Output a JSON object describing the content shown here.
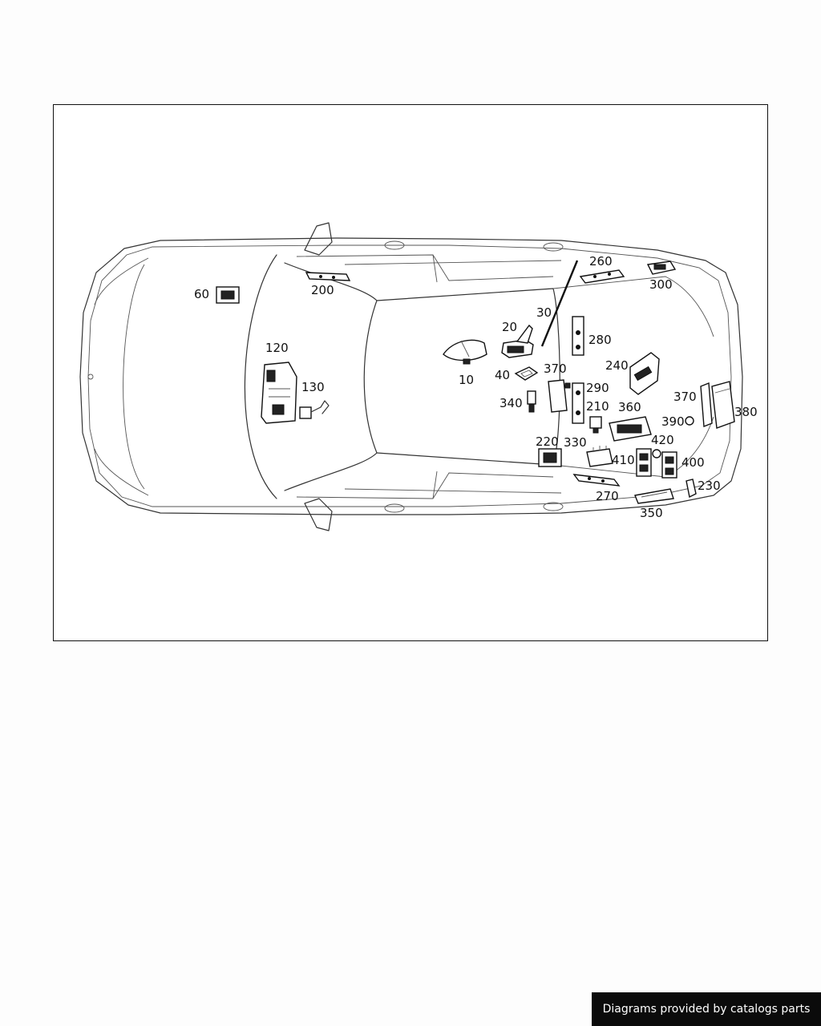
{
  "footer": {
    "credit": "Diagrams provided by catalogs parts"
  },
  "callouts": {
    "c10": "10",
    "c20": "20",
    "c30": "30",
    "c40": "40",
    "c60": "60",
    "c120": "120",
    "c130": "130",
    "c200": "200",
    "c210": "210",
    "c220": "220",
    "c230": "230",
    "c240": "240",
    "c260": "260",
    "c270": "270",
    "c280": "280",
    "c290": "290",
    "c300": "300",
    "c330": "330",
    "c340": "340",
    "c350": "350",
    "c360": "360",
    "c370a": "370",
    "c370b": "370",
    "c380": "380",
    "c390": "390",
    "c400": "400",
    "c410": "410",
    "c420": "420"
  }
}
